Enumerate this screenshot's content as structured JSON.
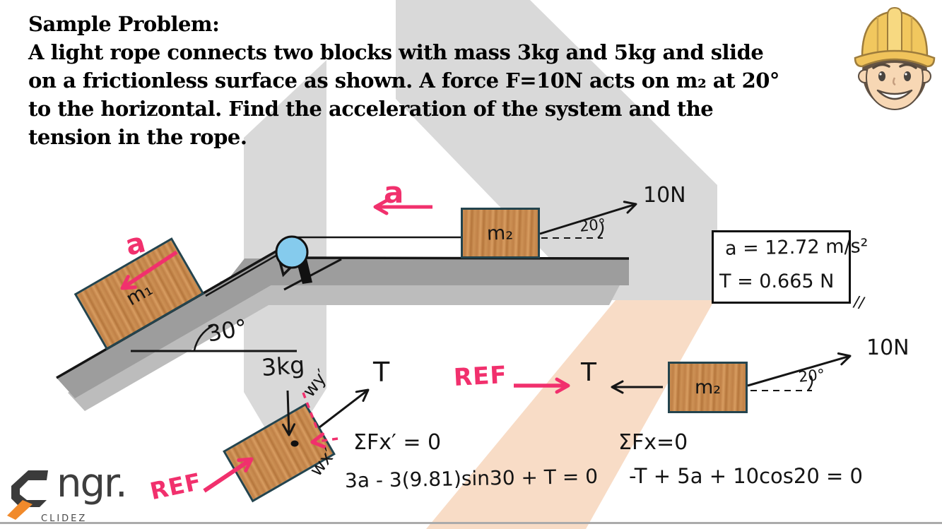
{
  "problem": {
    "title": "Sample Problem:",
    "lines": [
      "A light rope connects two blocks with mass 3kg and 5kg and slide",
      "on a frictionless surface as shown. A force F=10N acts on m₂ at 20°",
      "to the horizontal. Find the acceleration of the system and the",
      "tension in the rope."
    ]
  },
  "main_diagram": {
    "accel_top": "a",
    "accel_incline": "a",
    "force_top": "10N",
    "angle_top": "20°",
    "block_top": "m₂",
    "block_incline": "m₁",
    "angle_incline": "30°"
  },
  "fbd_left": {
    "mass": "3kg",
    "wy": "wy′",
    "wx": "wx′",
    "tension": "T",
    "ref": "REF",
    "eq_header": "ΣFx′ = 0",
    "eq": "3a - 3(9.81)sin30 + T = 0"
  },
  "fbd_right": {
    "ref": "REF",
    "tension": "T",
    "block": "m₂",
    "force": "10N",
    "angle": "20°",
    "eq_header": "ΣFx=0",
    "eq": "-T + 5a + 10cos20 = 0"
  },
  "results_box": {
    "acceleration": "a = 12.72 m/s²",
    "tension": "T = 0.665 N",
    "corner_mark": "//"
  },
  "logo": {
    "brand": "ngr.",
    "sub": "CLIDEZ"
  },
  "colors": {
    "accent_pink": "#F1306D",
    "wood": "#CD9155",
    "block_border": "#24444E",
    "pulley_blue": "#85CBED",
    "ground_gray": "#9D9D9D",
    "watermark_gray": "#D9D9D9",
    "watermark_peach": "#F8DCC6",
    "logo_orange": "#F18A2B"
  }
}
